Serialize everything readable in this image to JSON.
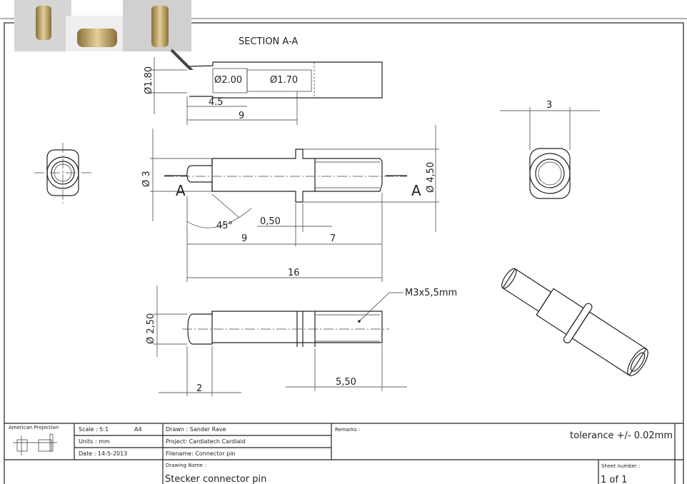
{
  "drawing": {
    "section_title": "SECTION A-A",
    "section_dims": {
      "d_outer": "Ø1.80",
      "d_inner1": "Ø2.00",
      "d_inner2": "Ø1.70",
      "len1": "4.5",
      "len2": "9"
    },
    "main_dims": {
      "d_shaft": "Ø 3",
      "d_flange": "Ø 4,50",
      "angle": "45°",
      "flange_w": "0,50",
      "len_left": "9",
      "len_right": "7",
      "len_total": "16",
      "section_mark": "A"
    },
    "top_right_dim": "3",
    "lower_dims": {
      "d_tip": "Ø 2,50",
      "tip_len": "2",
      "thread_len": "5,50",
      "thread_note": "M3x5,5mm"
    }
  },
  "title_block": {
    "projection": "American Projection",
    "scale": "Scale : 5:1",
    "paper": "A4",
    "units": "Units : mm",
    "date": "Date : 14-5-2013",
    "drawn": "Drawn : Sander Rave",
    "project": "Project: Cardiatech Cardiaid",
    "filename": "Filename: Connector pin",
    "remarks_label": "Remarks :",
    "remarks": "tolerance +/- 0.02mm",
    "drawing_name_label": "Drawing Name :",
    "drawing_name": "Stecker connector pin",
    "sheet_label": "Sheet number :",
    "sheet": "1 of 1"
  },
  "colors": {
    "line": "#222222",
    "brass": "#b89a5a",
    "photo_bg": "#d8d8d8"
  }
}
